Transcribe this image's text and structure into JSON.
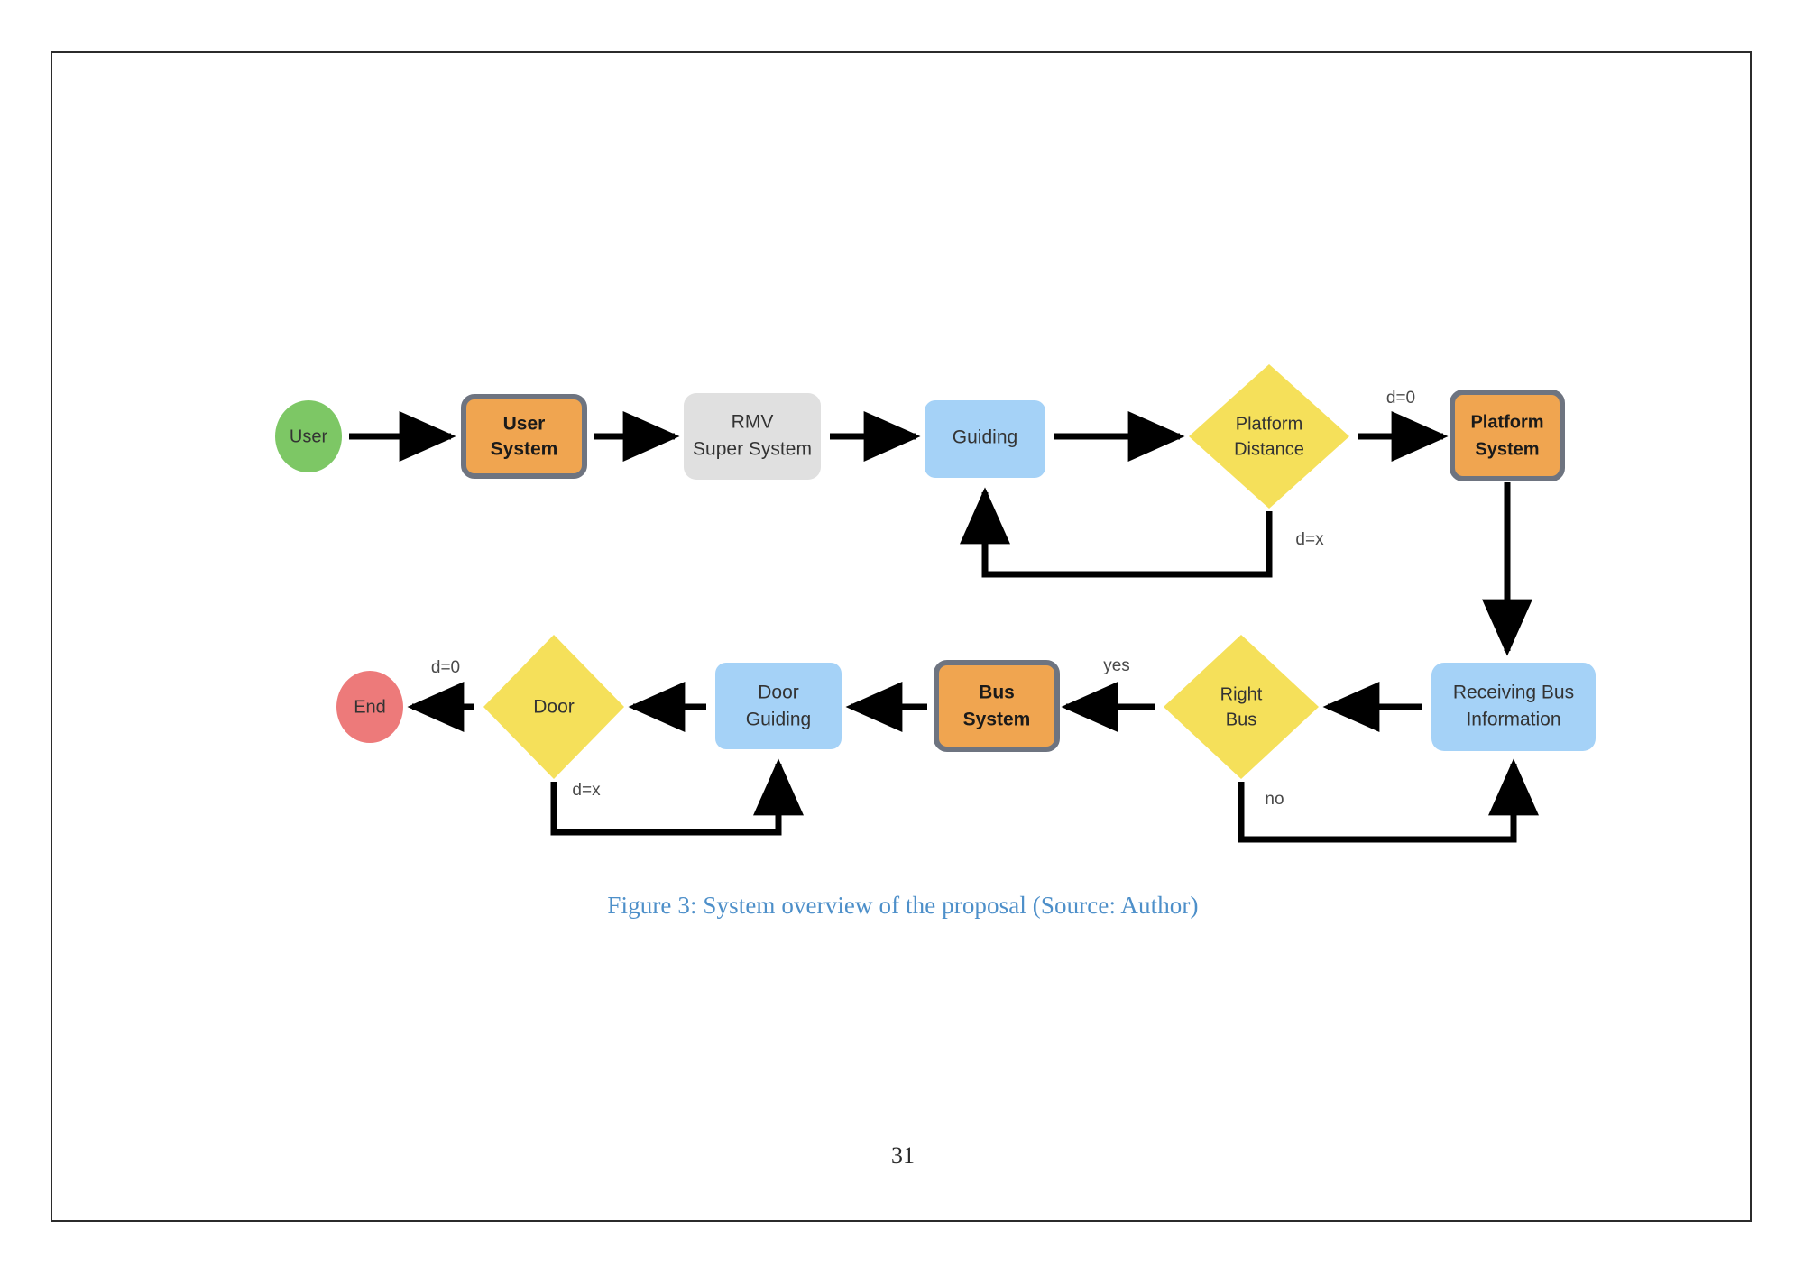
{
  "document": {
    "page_number": "31",
    "caption": "Figure 3: System overview of the proposal (Source: Author)",
    "caption_color": "#4d8fc9"
  },
  "diagram": {
    "title": "System overview of the proposal",
    "palette": {
      "green": "#7dc765",
      "orange": "#f0a550",
      "orange_border": "#6e7480",
      "gray": "#e0e0e0",
      "blue": "#a5d2f7",
      "yellow": "#f5e05a",
      "red": "#ed7a7a",
      "arrow": "#000000"
    },
    "nodes": [
      {
        "id": "user",
        "label": "User",
        "shape": "ellipse",
        "color": "green",
        "bold": false
      },
      {
        "id": "user-system",
        "label_line1": "User",
        "label_line2": "System",
        "shape": "rounded-rect",
        "color": "orange",
        "bold": true
      },
      {
        "id": "rmv",
        "label_line1": "RMV",
        "label_line2": "Super System",
        "shape": "rounded-rect",
        "color": "gray",
        "bold": false
      },
      {
        "id": "guiding",
        "label": "Guiding",
        "shape": "rounded-rect",
        "color": "blue",
        "bold": false
      },
      {
        "id": "platform-distance",
        "label_line1": "Platform",
        "label_line2": "Distance",
        "shape": "diamond",
        "color": "yellow",
        "bold": false
      },
      {
        "id": "platform-system",
        "label_line1": "Platform",
        "label_line2": "System",
        "shape": "rounded-rect",
        "color": "orange",
        "bold": true
      },
      {
        "id": "receiving-bus-information",
        "label_line1": "Receiving Bus",
        "label_line2": "Information",
        "shape": "rounded-rect",
        "color": "blue",
        "bold": false
      },
      {
        "id": "right-bus",
        "label_line1": "Right",
        "label_line2": "Bus",
        "shape": "diamond",
        "color": "yellow",
        "bold": false
      },
      {
        "id": "bus-system",
        "label_line1": "Bus",
        "label_line2": "System",
        "shape": "rounded-rect",
        "color": "orange",
        "bold": true
      },
      {
        "id": "door-guiding",
        "label_line1": "Door",
        "label_line2": "Guiding",
        "shape": "rounded-rect",
        "color": "blue",
        "bold": false
      },
      {
        "id": "door",
        "label": "Door",
        "shape": "diamond",
        "color": "yellow",
        "bold": false
      },
      {
        "id": "end",
        "label": "End",
        "shape": "ellipse",
        "color": "red",
        "bold": false
      }
    ],
    "edges": [
      {
        "from": "user",
        "to": "user-system",
        "label": ""
      },
      {
        "from": "user-system",
        "to": "rmv",
        "label": ""
      },
      {
        "from": "rmv",
        "to": "guiding",
        "label": ""
      },
      {
        "from": "guiding",
        "to": "platform-distance",
        "label": ""
      },
      {
        "from": "platform-distance",
        "to": "platform-system",
        "label": "d=0"
      },
      {
        "from": "platform-distance",
        "to": "guiding",
        "label": "d=x"
      },
      {
        "from": "platform-system",
        "to": "receiving-bus-information",
        "label": ""
      },
      {
        "from": "receiving-bus-information",
        "to": "right-bus",
        "label": ""
      },
      {
        "from": "right-bus",
        "to": "bus-system",
        "label": "yes"
      },
      {
        "from": "right-bus",
        "to": "receiving-bus-information",
        "label": "no"
      },
      {
        "from": "bus-system",
        "to": "door-guiding",
        "label": ""
      },
      {
        "from": "door-guiding",
        "to": "door",
        "label": ""
      },
      {
        "from": "door",
        "to": "end",
        "label": "d=0"
      },
      {
        "from": "door",
        "to": "door-guiding",
        "label": "d=x"
      }
    ],
    "edge_labels": {
      "platform_d0": "d=0",
      "platform_dx": "d=x",
      "right_bus_yes": "yes",
      "right_bus_no": "no",
      "door_d0": "d=0",
      "door_dx": "d=x"
    }
  }
}
